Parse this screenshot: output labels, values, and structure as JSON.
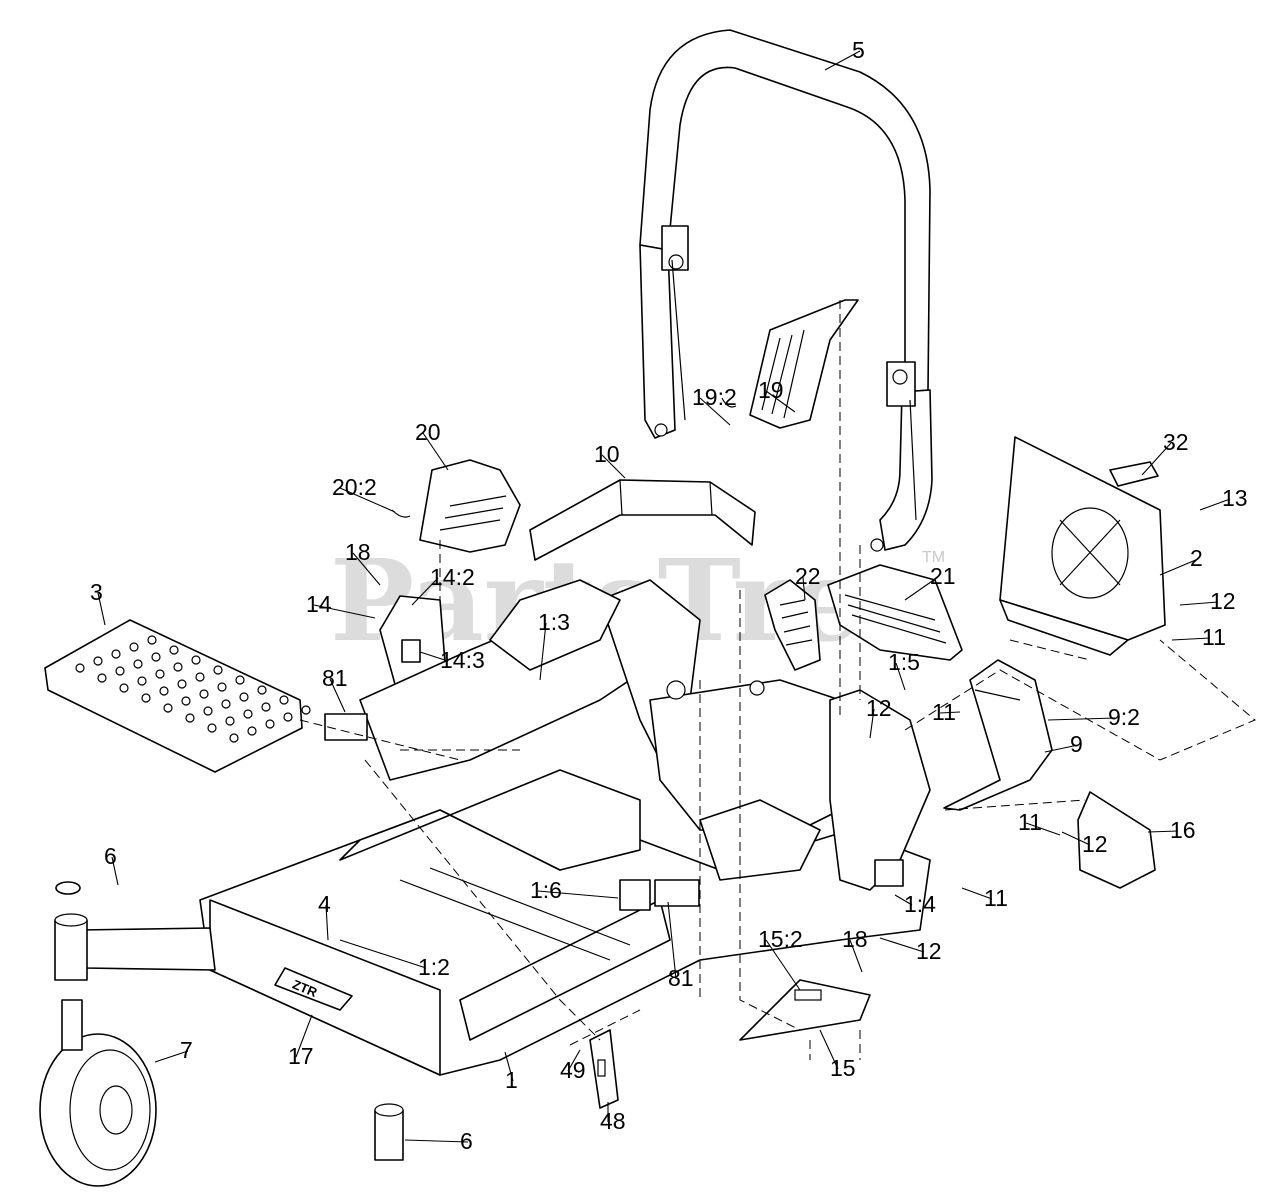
{
  "watermark": {
    "text": "PartsTree",
    "trademark": "TM"
  },
  "frame_badge": "ZTR",
  "callouts": [
    {
      "id": "c5",
      "label": "5"
    },
    {
      "id": "c19",
      "label": "19"
    },
    {
      "id": "c19-2",
      "label": "19:2"
    },
    {
      "id": "c10",
      "label": "10"
    },
    {
      "id": "c20",
      "label": "20"
    },
    {
      "id": "c20-2",
      "label": "20:2"
    },
    {
      "id": "c32",
      "label": "32"
    },
    {
      "id": "c13",
      "label": "13"
    },
    {
      "id": "c2",
      "label": "2"
    },
    {
      "id": "c12a",
      "label": "12"
    },
    {
      "id": "c11a",
      "label": "11"
    },
    {
      "id": "c18a",
      "label": "18"
    },
    {
      "id": "c14-2",
      "label": "14:2"
    },
    {
      "id": "c14",
      "label": "14"
    },
    {
      "id": "c14-3",
      "label": "14:3"
    },
    {
      "id": "c3",
      "label": "3"
    },
    {
      "id": "c1-3",
      "label": "1:3"
    },
    {
      "id": "c22",
      "label": "22"
    },
    {
      "id": "c21",
      "label": "21"
    },
    {
      "id": "c81a",
      "label": "81"
    },
    {
      "id": "c1-5",
      "label": "1:5"
    },
    {
      "id": "c12b",
      "label": "12"
    },
    {
      "id": "c11b",
      "label": "11"
    },
    {
      "id": "c9-2",
      "label": "9:2"
    },
    {
      "id": "c9",
      "label": "9"
    },
    {
      "id": "c11c",
      "label": "11"
    },
    {
      "id": "c16",
      "label": "16"
    },
    {
      "id": "c12c",
      "label": "12"
    },
    {
      "id": "c6a",
      "label": "6"
    },
    {
      "id": "c1-6",
      "label": "1:6"
    },
    {
      "id": "c1-4",
      "label": "1:4"
    },
    {
      "id": "c11d",
      "label": "11"
    },
    {
      "id": "c4",
      "label": "4"
    },
    {
      "id": "c12d",
      "label": "12"
    },
    {
      "id": "c1-2",
      "label": "1:2"
    },
    {
      "id": "c15-2",
      "label": "15:2"
    },
    {
      "id": "c18b",
      "label": "18"
    },
    {
      "id": "c81b",
      "label": "81"
    },
    {
      "id": "c7",
      "label": "7"
    },
    {
      "id": "c17",
      "label": "17"
    },
    {
      "id": "c1",
      "label": "1"
    },
    {
      "id": "c15",
      "label": "15"
    },
    {
      "id": "c49",
      "label": "49"
    },
    {
      "id": "c48",
      "label": "48"
    },
    {
      "id": "c6b",
      "label": "6"
    }
  ]
}
